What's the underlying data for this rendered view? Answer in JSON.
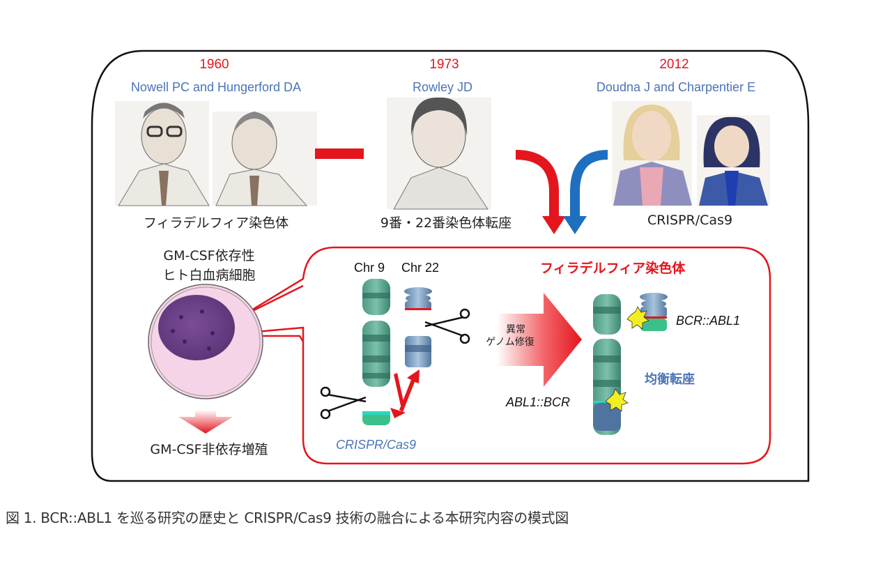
{
  "timeline": [
    {
      "year": "1960",
      "authors": "Nowell PC and Hungerford DA",
      "discovery": "フィラデルフィア染色体"
    },
    {
      "year": "1973",
      "authors": "Rowley JD",
      "discovery": "9番・22番染色体転座"
    },
    {
      "year": "2012",
      "authors": "Doudna J and Charpentier E",
      "discovery": "CRISPR/Cas9"
    }
  ],
  "cell": {
    "title_line1": "GM-CSF依存性",
    "title_line2": "ヒト白血病細胞",
    "outcome": "GM-CSF非依存増殖"
  },
  "detail": {
    "chr9_label": "Chr 9",
    "chr22_label": "Chr 22",
    "tool_label": "CRISPR/Cas9",
    "repair_line1": "異常",
    "repair_line2": "ゲノム修復",
    "result_title": "フィラデルフィア染色体",
    "fusion1": "BCR::ABL1",
    "fusion2": "ABL1::BCR",
    "translocation": "均衡転座"
  },
  "caption": "図 1. BCR::ABL1 を巡る研究の歴史と CRISPR/Cas9 技術の融合による本研究内容の模式図",
  "colors": {
    "red": "#e3161d",
    "blue": "#1f6fc0",
    "author_blue": "#4a73b8",
    "chr9_green": "#3f8f7d",
    "chr22_blue": "#6b8fb5"
  }
}
